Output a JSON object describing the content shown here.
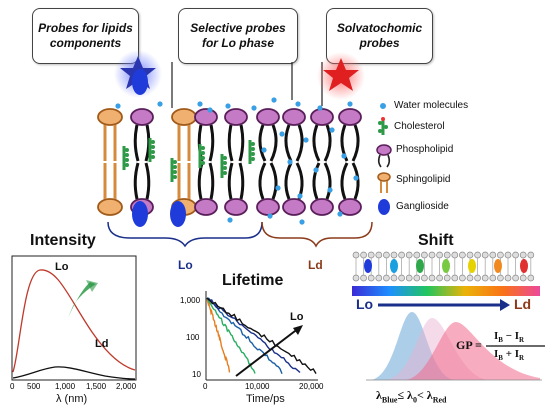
{
  "boxes": {
    "lipids": "Probes for lipids\ncomponents",
    "lo_phase": "Selective probes\nfor Lo phase",
    "solvato": "Solvatochomic\nprobes"
  },
  "legend": {
    "water": "Water molecules",
    "cholesterol": "Cholesterol",
    "phospholipid": "Phospholipid",
    "sphingolipid": "Sphingolipid",
    "ganglioside": "Ganglioside"
  },
  "membrane": {
    "lo_label": "Lo",
    "ld_label": "Ld",
    "lo_color": "#1a2f8a",
    "ld_color": "#8b3a1a"
  },
  "intensity": {
    "title": "Intensity",
    "lo_label": "Lo",
    "ld_label": "Ld",
    "xlabel": "λ (nm)",
    "xticks": [
      "0",
      "500",
      "1,000",
      "1,500",
      "2,000"
    ]
  },
  "lifetime": {
    "title": "Lifetime",
    "arrow_label": "Lo",
    "xlabel": "Time/ps",
    "xticks": [
      "0",
      "10,000",
      "20,000"
    ],
    "yticks": [
      "1,000",
      "100",
      "10"
    ]
  },
  "shift": {
    "title": "Shift",
    "lo_label": "Lo",
    "ld_label": "Ld",
    "gp_lhs": "GP =",
    "gp_num": "I",
    "gp_num_sub1": "B",
    "gp_minus": " − I",
    "gp_num_sub2": "R",
    "gp_den": "I",
    "gp_den_sub1": "B",
    "gp_plus": " + I",
    "gp_den_sub2": "R",
    "lambda_expr": "λ",
    "sub_blue": "Blue",
    "le1": "≤ λ",
    "sub_0": "0",
    "le2": "< λ",
    "sub_red": "Red"
  },
  "colors": {
    "water": "#3aa0e6",
    "lipid_head": "#8a2f8a",
    "lipid_head_fill": "#c47ac4",
    "sphingo": "#d58a3c",
    "ganglioside": "#1f3cdb",
    "cholesterol": "#2e9a48",
    "star_blue": "#2a35b0",
    "star_red": "#e02020"
  }
}
